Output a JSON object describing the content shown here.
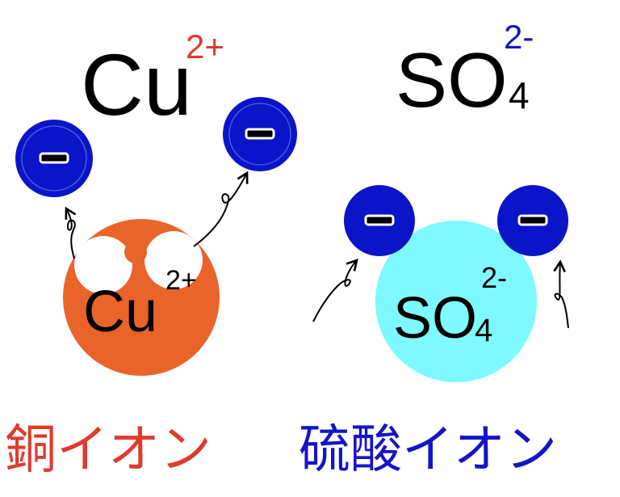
{
  "copper": {
    "symbol": "Cu",
    "charge": "2+",
    "name": "銅イオン",
    "atom_color": "#e8642a",
    "label_charge_color": "#e03a2e",
    "name_color": "#e03a2e"
  },
  "sulfate": {
    "symbol": "SO",
    "subscript": "4",
    "charge": "2-",
    "name": "硫酸イオン",
    "atom_color": "#7df9ff",
    "label_charge_color": "#1414c8",
    "name_color": "#1414c8"
  },
  "electron": {
    "sign": "−",
    "color": "#0a14c8"
  },
  "icons": [
    "electron-icon",
    "arrow-icon",
    "copper-atom-icon",
    "sulfate-atom-icon"
  ]
}
